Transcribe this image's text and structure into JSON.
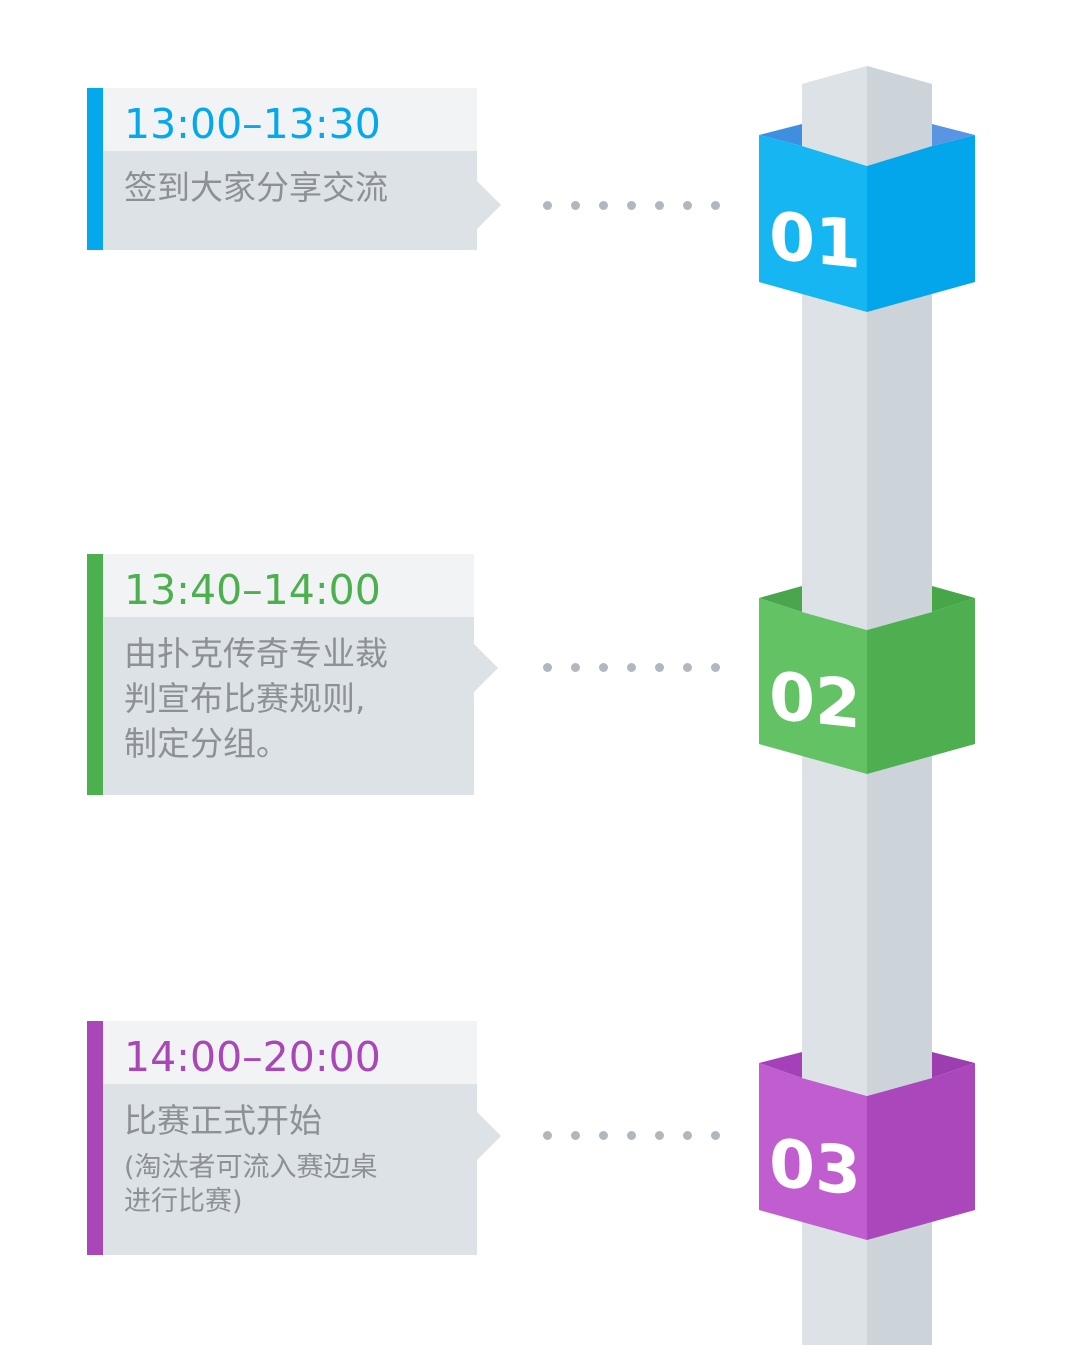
{
  "colors": {
    "blue": "#04a8ec",
    "green": "#4db04f",
    "purple": "#a946b8",
    "card_header": "#f1f3f4",
    "card_body": "#dce2e5",
    "body_text": "#8d9196",
    "pillar_light": "#dce2e5",
    "pillar_dark": "#cdd4d9"
  },
  "steps": [
    {
      "number": "01",
      "time": "13:00–13:30",
      "description": "签到大家分享交流",
      "note": ""
    },
    {
      "number": "02",
      "time": "13:40–14:00",
      "description": "由扑克传奇专业裁\n判宣布比赛规则,\n制定分组。",
      "note": ""
    },
    {
      "number": "03",
      "time": "14:00–20:00",
      "description": "比赛正式开始",
      "note": "(淘汰者可流入赛边桌\n进行比赛)"
    }
  ]
}
